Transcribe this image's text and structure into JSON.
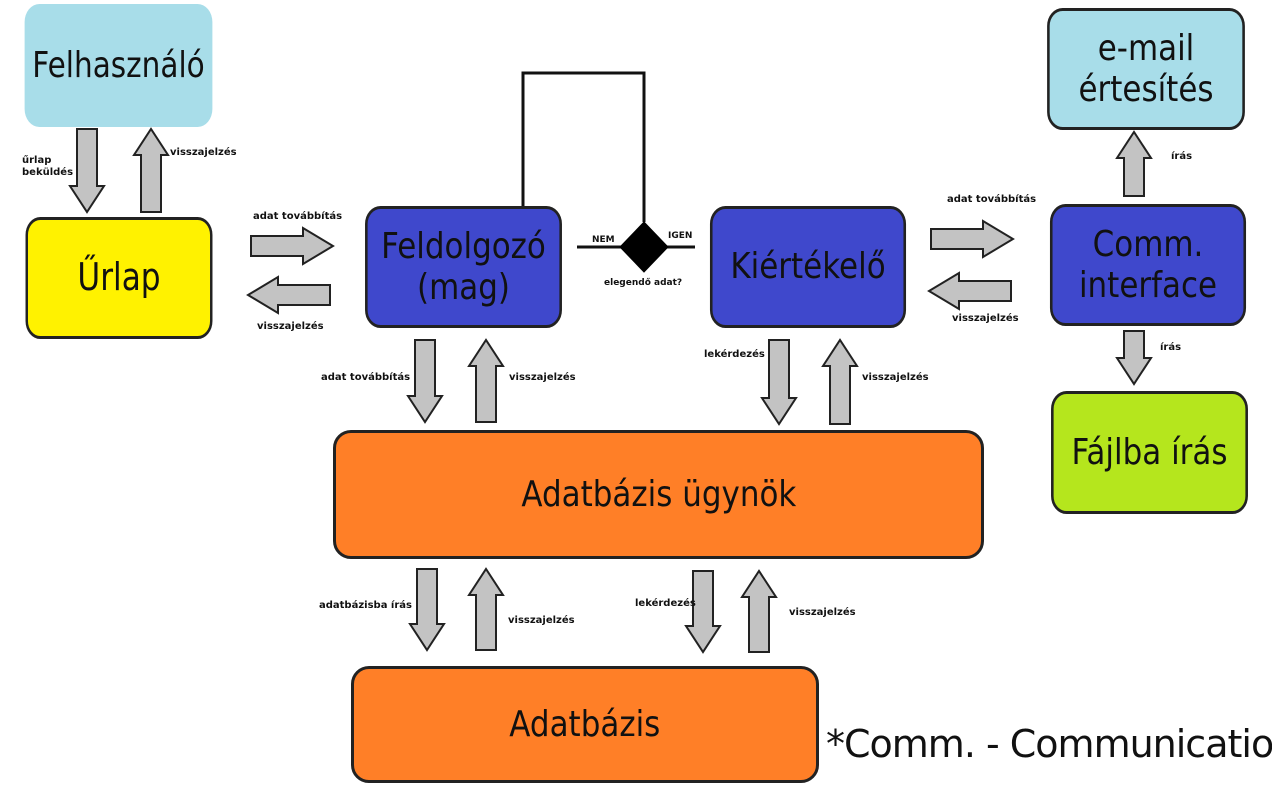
{
  "colors": {
    "light_blue": "#a8dde9",
    "yellow": "#fff200",
    "blue": "#3f48cc",
    "orange": "#ff7f27",
    "lime": "#b5e61d",
    "arrow_fill": "#c3c3c3",
    "stroke": "#222222"
  },
  "nodes": {
    "felhasznalo": "Felhasználó",
    "urlap": "Űrlap",
    "feldolgozo_line1": "Feldolgozó",
    "feldolgozo_line2": "(mag)",
    "kiertekelo": "Kiértékelő",
    "email_line1": "e-mail",
    "email_line2": "értesítés",
    "comm_line1": "Comm.",
    "comm_line2": "interface",
    "fajlba": "Fájlba írás",
    "adatbazis_ugynok": "Adatbázis ügynök",
    "adatbazis": "Adatbázis"
  },
  "decision": {
    "icon": "diamond-decision-icon",
    "question": "elegendő adat?",
    "no": "NEM",
    "yes": "IGEN"
  },
  "labels": {
    "urlap_bekuldes_line1": "űrlap",
    "urlap_bekuldes_line2": "beküldés",
    "visszajelzes_user": "visszajelzés",
    "adat_tovabbitas_urlap": "adat továbbítás",
    "visszajelzes_urlap": "visszajelzés",
    "adat_tovabbitas_db": "adat továbbítás",
    "visszajelzes_feldolgozo": "visszajelzés",
    "lekerdezes_kiertekelo": "lekérdezés",
    "visszajelzes_kiertekelo": "visszajelzés",
    "adat_tovabbitas_comm": "adat továbbítás",
    "visszajelzes_comm": "visszajelzés",
    "iras_email": "írás",
    "iras_fajl": "írás",
    "adatbazisba_iras": "adatbázisba írás",
    "visszajelzes_db_left": "visszajelzés",
    "lekerdezes_db": "lekérdezés",
    "visszajelzes_db_right": "visszajelzés"
  },
  "footnote": "*Comm. - Communication"
}
